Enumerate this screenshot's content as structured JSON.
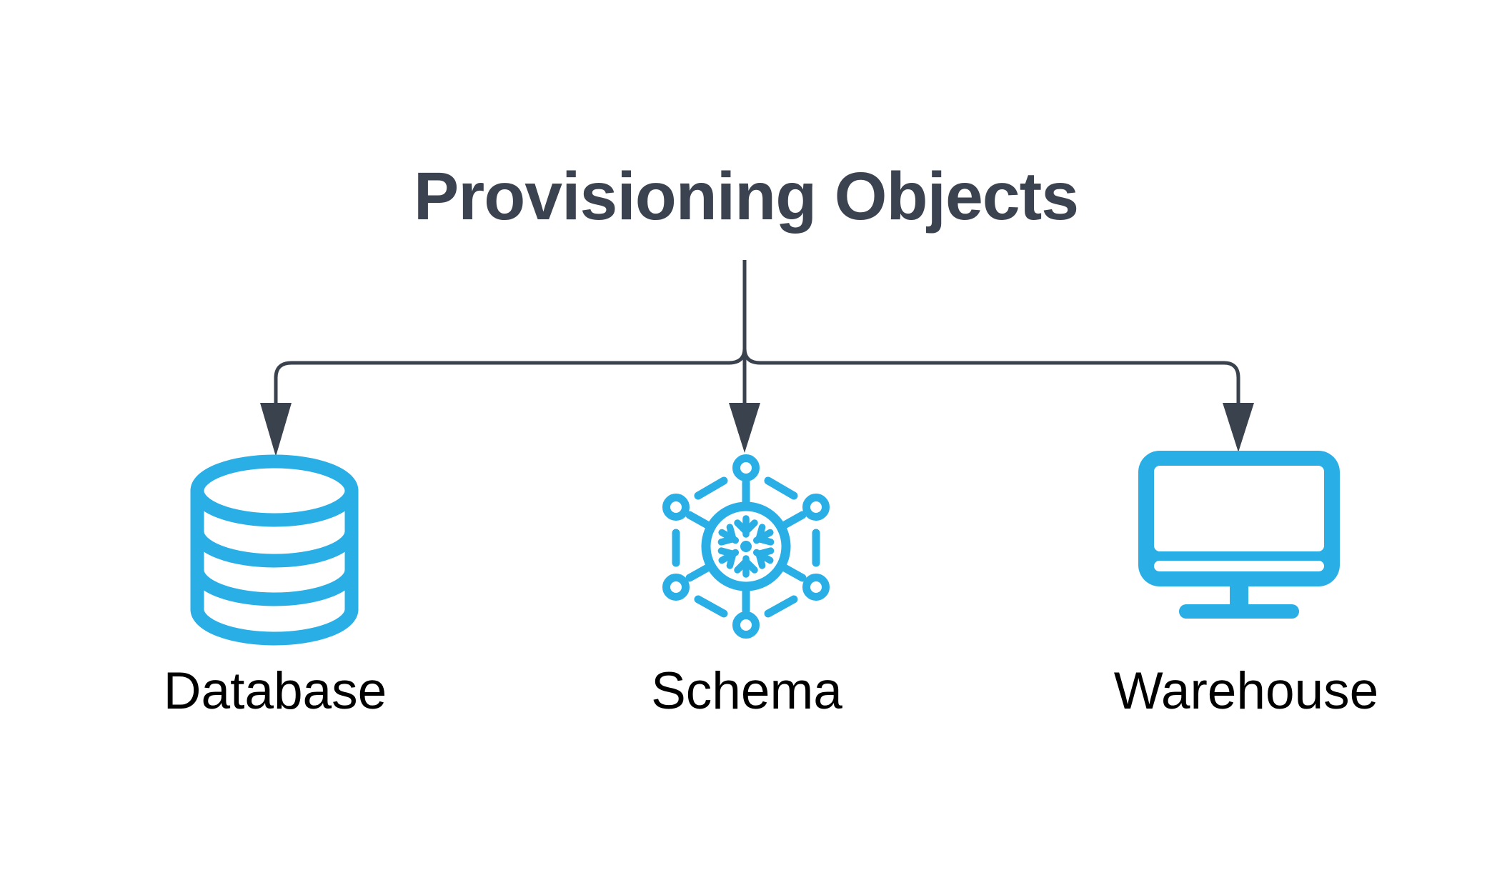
{
  "title": "Provisioning Objects",
  "nodes": [
    {
      "id": "database",
      "label": "Database",
      "icon": "database-cylinder-icon"
    },
    {
      "id": "schema",
      "label": "Schema",
      "icon": "snowflake-network-icon"
    },
    {
      "id": "warehouse",
      "label": "Warehouse",
      "icon": "monitor-icon"
    }
  ],
  "colors": {
    "icon_blue": "#29AFE6",
    "connector_dark": "#3A424E",
    "title_text": "#3B4350",
    "label_text": "#000000",
    "background": "#FFFFFF"
  }
}
